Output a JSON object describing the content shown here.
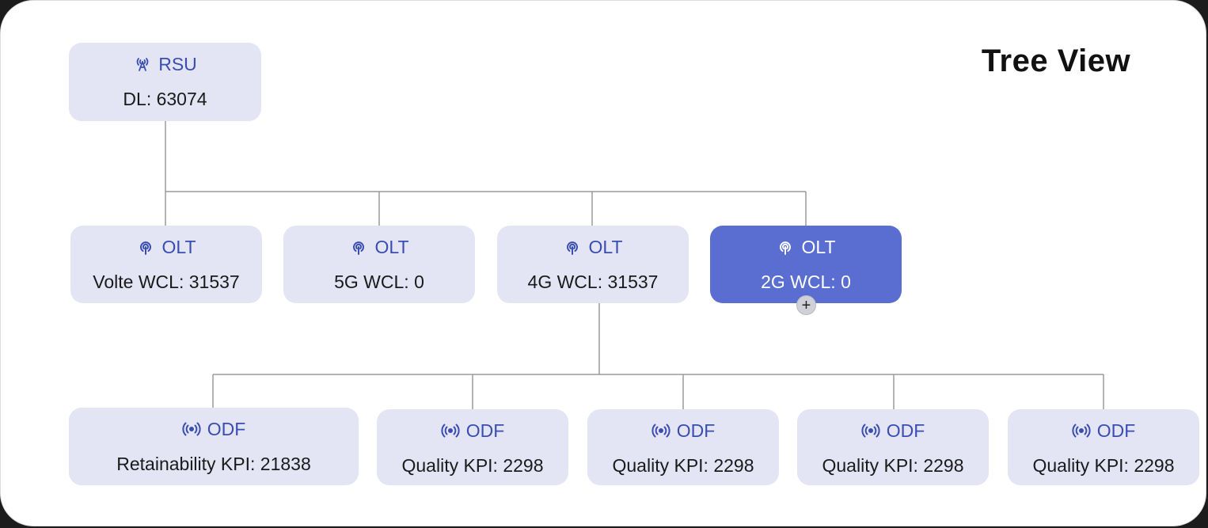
{
  "title": "Tree View",
  "colors": {
    "node_bg": "#e3e5f5",
    "node_active_bg": "#5a6dd1",
    "accent_text": "#3a4db0",
    "connector": "#9a9a9a"
  },
  "root": {
    "type": "RSU",
    "icon": "antenna-icon",
    "value": "DL: 63074"
  },
  "level1": [
    {
      "type": "OLT",
      "icon": "signal-tower-icon",
      "value": "Volte WCL: 31537",
      "active": false
    },
    {
      "type": "OLT",
      "icon": "signal-tower-icon",
      "value": "5G WCL: 0",
      "active": false
    },
    {
      "type": "OLT",
      "icon": "signal-tower-icon",
      "value": "4G WCL: 31537",
      "active": false
    },
    {
      "type": "OLT",
      "icon": "signal-tower-icon",
      "value": "2G WCL: 0",
      "active": true
    }
  ],
  "expand_label": "+",
  "level2": [
    {
      "type": "ODF",
      "icon": "broadcast-icon",
      "value": "Retainability KPI: 21838"
    },
    {
      "type": "ODF",
      "icon": "broadcast-icon",
      "value": "Quality KPI: 2298"
    },
    {
      "type": "ODF",
      "icon": "broadcast-icon",
      "value": "Quality KPI: 2298"
    },
    {
      "type": "ODF",
      "icon": "broadcast-icon",
      "value": "Quality KPI: 2298"
    },
    {
      "type": "ODF",
      "icon": "broadcast-icon",
      "value": "Quality KPI: 2298"
    }
  ]
}
